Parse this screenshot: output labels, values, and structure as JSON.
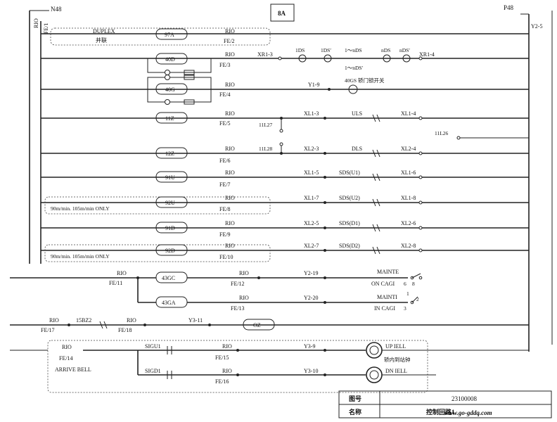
{
  "header": {
    "left_bus": "N48",
    "right_bus": "P48",
    "drawing_tag": "8A",
    "left_riser_a": "RIO",
    "left_riser_b": "FE/1",
    "right_terminal": "Y2-5"
  },
  "rows": {
    "r1": {
      "relay": "97A",
      "box_top": "DUPLEX",
      "box_bottom": "并联",
      "rio": "RIO",
      "fe": "FE/2"
    },
    "r2": {
      "relay": "40D",
      "rio": "RIO",
      "fe": "FE/3",
      "t1": "XR1-3",
      "c1": "1DS",
      "c2": "1DS′",
      "range_top": "1～nDS",
      "range_bottom": "1～nDS′",
      "c3": "nDS",
      "c4": "nDS′",
      "t2": "XR1-4"
    },
    "r3": {
      "relay": "40G",
      "rio": "RIO",
      "fe": "FE/4",
      "t1": "Y1-9",
      "lamp": "40GS 轿门锁开关"
    },
    "r4": {
      "relay": "11Z",
      "rio": "RIO",
      "fe": "FE/5",
      "t1": "XL1-3",
      "sw": "ULS",
      "t2": "XL1-4",
      "tap": "11L27",
      "side": "11L26"
    },
    "r5": {
      "relay": "12Z",
      "rio": "RIO",
      "fe": "FE/6",
      "t1": "XL2-3",
      "sw": "DLS",
      "t2": "XL2-4",
      "tap": "11L28"
    },
    "r6": {
      "relay": "91U",
      "rio": "RIO",
      "fe": "FE/7",
      "t1": "XL1-5",
      "sw": "SDS(U1)",
      "t2": "XL1-6"
    },
    "r7": {
      "relay": "92U",
      "rio": "RIO",
      "fe": "FE/8",
      "t1": "XL1-7",
      "sw": "SDS(U2)",
      "t2": "XL1-8",
      "box_note": "90m/min. 105m/min ONLY"
    },
    "r8": {
      "relay": "91D",
      "rio": "RIO",
      "fe": "FE/9",
      "t1": "XL2-5",
      "sw": "SDS(D1)",
      "t2": "XL2-6"
    },
    "r9": {
      "relay": "92D",
      "rio": "RIO",
      "fe": "FE/10",
      "t1": "XL2-7",
      "sw": "SDS(D2)",
      "t2": "XL2-8",
      "box_note": "90m/min. 105m/min ONLY"
    },
    "r10": {
      "relay": "43GC",
      "rio_left": "RIO",
      "fe_left": "FE/11",
      "rio": "RIO",
      "fe": "FE/12",
      "t1": "Y2-19",
      "sw_a": "MAINTE",
      "sw_b": "ON CAGI",
      "p1": "6",
      "p2": "8"
    },
    "r11": {
      "relay": "43GA",
      "rio": "RIO",
      "fe": "FE/13",
      "t1": "Y2-20",
      "sw_a": "MAINTI",
      "sw_b": "IN CAGI",
      "p1": "1",
      "p2": "2",
      "p3": "3"
    },
    "r12": {
      "rio_left": "RIO",
      "fe_left": "FE/17",
      "contact": "15BZ2",
      "rio": "RIO",
      "fe": "FE/18",
      "t1": "Y3-11",
      "relay": "OZ"
    },
    "r13": {
      "box_rio": "RIO",
      "box_fe": "FE/14",
      "box_label": "ARRIVE BELL",
      "sig": "SIGU1",
      "rio": "RIO",
      "fe": "FE/15",
      "t1": "Y3-9",
      "bell": "UP IELL",
      "bell_cn": "轿内到站钟"
    },
    "r14": {
      "sig": "SIGD1",
      "rio": "RIO",
      "fe": "FE/16",
      "t1": "Y3-10",
      "bell": "DN IELL"
    }
  },
  "titleblock": {
    "label_no": "图号",
    "value_no": "23100008",
    "label_name": "名称",
    "value_name": "控制回路1"
  },
  "watermark": "www.go-gddq.com"
}
